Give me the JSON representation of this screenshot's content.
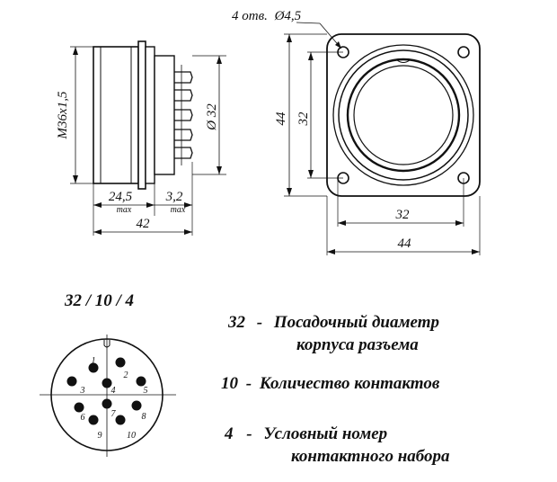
{
  "side_view": {
    "thread_label": "М36х1,5",
    "dia_label": "Ø 32",
    "len_a": "24,5",
    "len_a_note": "max",
    "len_b": "3,2",
    "len_b_note": "max",
    "len_total": "42"
  },
  "front_view": {
    "holes_label": "4 отв.",
    "holes_dia": "Ø4,5",
    "height_outer": "44",
    "height_inner": "32",
    "width_inner": "32",
    "width_outer": "44"
  },
  "pin_layout": {
    "code": "32 / 10 / 4",
    "pins": [
      "1",
      "2",
      "3",
      "4",
      "5",
      "6",
      "7",
      "8",
      "9",
      "10"
    ]
  },
  "legend": {
    "line1_num": "32",
    "line1_dash": "-",
    "line1_text": "Посадочный диаметр",
    "line1_text_b": "корпуса разъема",
    "line2_num": "10",
    "line2_dash": "-",
    "line2_text": "Количество контактов",
    "line3_num": "4",
    "line3_dash": "-",
    "line3_text": "Условный номер",
    "line3_text_b": "контактного набора"
  }
}
